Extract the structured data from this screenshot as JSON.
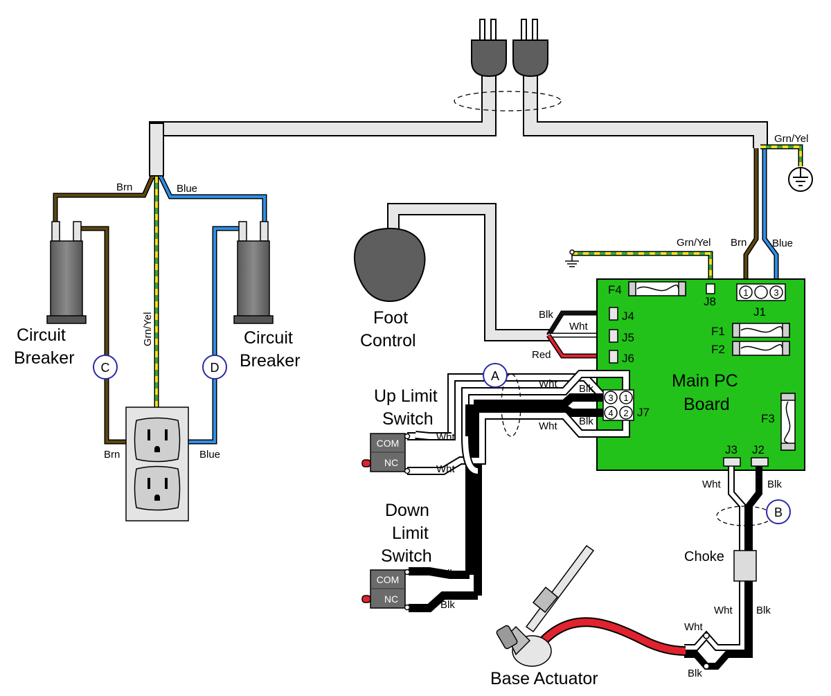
{
  "labels": {
    "circuit_breaker_left": [
      "Circuit",
      "Breaker"
    ],
    "circuit_breaker_right": [
      "Circuit",
      "Breaker"
    ],
    "foot_control": [
      "Foot",
      "Control"
    ],
    "up_limit_switch": [
      "Up Limit",
      "Switch"
    ],
    "down_limit_switch": [
      "Down",
      "Limit",
      "Switch"
    ],
    "main_pc_board": [
      "Main PC",
      "Board"
    ],
    "choke": "Choke",
    "base_actuator": "Base Actuator"
  },
  "connectors": {
    "j1": "J1",
    "j2": "J2",
    "j3": "J3",
    "j4": "J4",
    "j5": "J5",
    "j6": "J6",
    "j7": "J7",
    "j8": "J8",
    "f1": "F1",
    "f2": "F2",
    "f3": "F3",
    "f4": "F4"
  },
  "pins": {
    "j1_pin1": "1",
    "j1_pin3": "3",
    "j7_pin1": "1",
    "j7_pin2": "2",
    "j7_pin3": "3",
    "j7_pin4": "4"
  },
  "switch_terminals": {
    "up_com": "COM",
    "up_nc": "NC",
    "down_com": "COM",
    "down_nc": "NC"
  },
  "callouts": {
    "a": "A",
    "b": "B",
    "c": "C",
    "d": "D"
  },
  "wire_labels": {
    "brn_left_top": "Brn",
    "blue_left_top": "Blue",
    "grn_yel_vertical": "Grn/Yel",
    "brn_left_bottom": "Brn",
    "blue_left_bottom": "Blue",
    "grn_yel_top_right": "Grn/Yel",
    "grn_yel_j8": "Grn/Yel",
    "brn_j1": "Brn",
    "blue_j1": "Blue",
    "blk_j4": "Blk",
    "wht_j5": "Wht",
    "red_j6": "Red",
    "wht_j7_top": "Wht",
    "blk_j7_top": "Blk",
    "blk_j7_bottom": "Blk",
    "wht_j7_bottom": "Wht",
    "wht_up_com": "Wht",
    "wht_up_nc": "Wht",
    "blk_down_com": "Blk",
    "blk_down_nc": "Blk",
    "wht_j3": "Wht",
    "blk_j2": "Blk",
    "wht_choke": "Wht",
    "blk_choke": "Blk",
    "wht_actuator": "Wht",
    "blk_actuator": "Blk"
  },
  "colors": {
    "board": "#22c21a",
    "brown": "#5c4710",
    "blue": "#2f8fe8",
    "green": "#3aa83a",
    "yellow": "#f2e21c",
    "red": "#e0232e",
    "black": "#111111",
    "cable_gray": "#e6e6e6",
    "component_gray": "#6b6b6b"
  }
}
